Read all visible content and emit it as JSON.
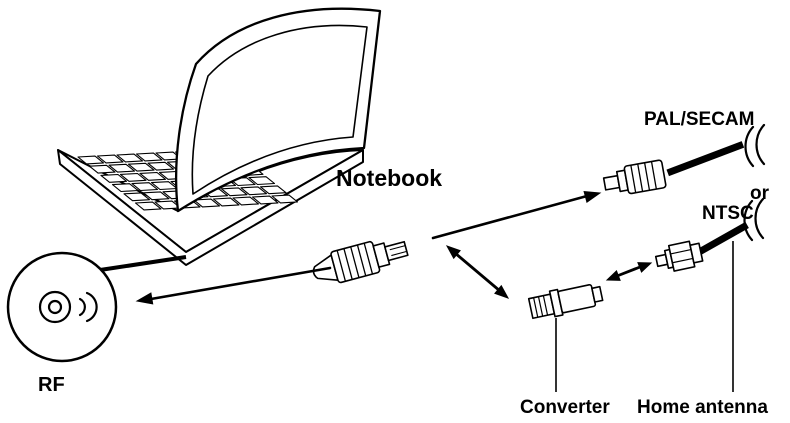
{
  "diagram": {
    "labels": {
      "notebook": "Notebook",
      "pal_secam": "PAL/SECAM",
      "or": "or",
      "ntsc": "NTSC",
      "rf": "RF",
      "converter": "Converter",
      "home_antenna": "Home antenna"
    },
    "colors": {
      "line": "#000000",
      "text": "#000000",
      "background": "#ffffff"
    }
  }
}
